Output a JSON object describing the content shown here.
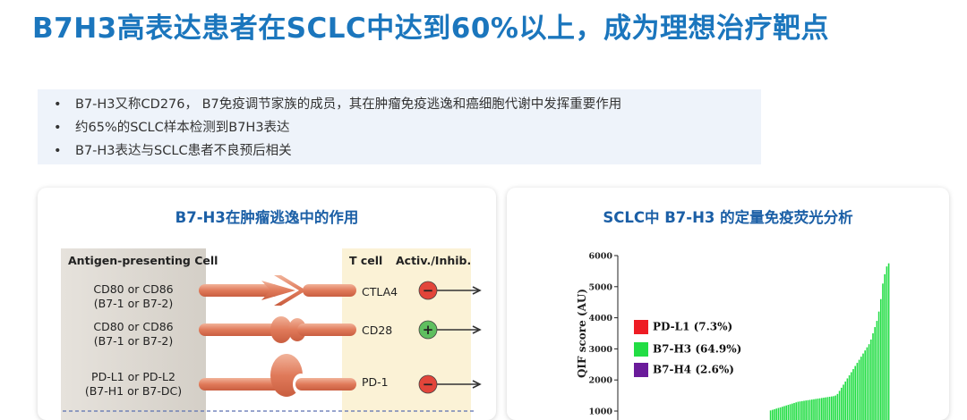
{
  "title": "B7H3高表达患者在SCLC中达到60%以上，成为理想治疗靶点",
  "bullets": [
    "B7-H3又称CD276， B7免疫调节家族的成员，其在肿瘤免疫逃逸和癌细胞代谢中发挥重要作用",
    "约65%的SCLC样本检测到B7H3表达",
    "B7-H3表达与SCLC患者不良预后相关"
  ],
  "bullet_symbol": "•",
  "left_panel": {
    "title": "B7-H3在肿瘤逃逸中的作用",
    "header_apc": "Antigen-presenting Cell",
    "header_tcell": "T cell",
    "header_activ": "Activ./Inhib.",
    "rows": [
      {
        "ligand_line1": "CD80 or CD86",
        "ligand_line2": "(B7-1 or B7-2)",
        "receptor": "CTLA4",
        "effect": "−",
        "effect_color": "#e2453a"
      },
      {
        "ligand_line1": "CD80 or CD86",
        "ligand_line2": "(B7-1 or B7-2)",
        "receptor": "CD28",
        "effect": "+",
        "effect_color": "#5fbf5f"
      },
      {
        "ligand_line1": "PD-L1 or PD-L2",
        "ligand_line2": "(B7-H1 or B7-DC)",
        "receptor": "PD-1",
        "effect": "−",
        "effect_color": "#e2453a"
      }
    ]
  },
  "right_panel": {
    "title": "SCLC中 B7-H3 的定量免疫荧光分析",
    "legend": [
      {
        "label": "PD-L1 (7.3%)",
        "color": "#ee1c24"
      },
      {
        "label": "B7-H3 (64.9%)",
        "color": "#22dd44"
      },
      {
        "label": "B7-H4 (2.6%)",
        "color": "#6a1b9a"
      }
    ]
  },
  "chart_data": {
    "type": "bar",
    "ylabel": "QIF score (AU)",
    "ylim": [
      1000,
      6000
    ],
    "yticks": [
      1000,
      2000,
      3000,
      4000,
      5000,
      6000
    ],
    "series": [
      {
        "name": "B7-H3 (64.9%)",
        "color": "#22dd44",
        "values": [
          1020,
          1040,
          1060,
          1080,
          1100,
          1120,
          1140,
          1160,
          1180,
          1200,
          1220,
          1240,
          1260,
          1280,
          1300,
          1310,
          1320,
          1330,
          1340,
          1350,
          1360,
          1370,
          1380,
          1390,
          1400,
          1410,
          1420,
          1430,
          1440,
          1450,
          1460,
          1470,
          1480,
          1500,
          1550,
          1650,
          1750,
          1850,
          1950,
          2050,
          2150,
          2250,
          2350,
          2450,
          2550,
          2650,
          2750,
          2850,
          2950,
          3050,
          3150,
          3300,
          3500,
          3700,
          3900,
          4200,
          4600,
          5100,
          5400,
          5650,
          5750
        ]
      }
    ]
  }
}
